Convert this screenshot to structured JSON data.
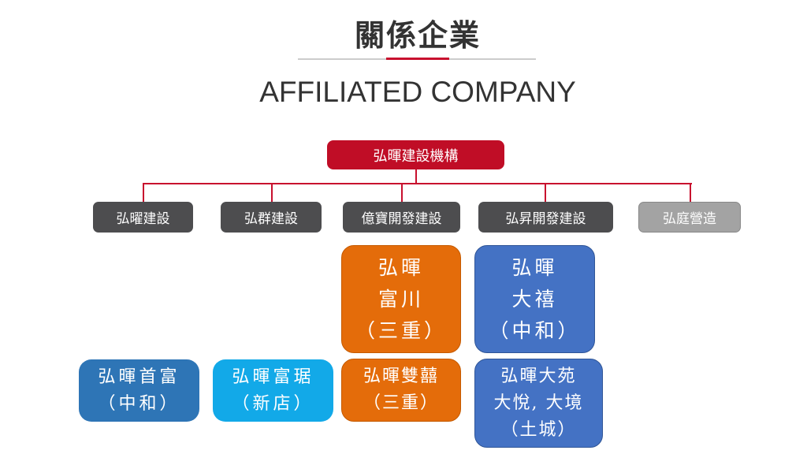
{
  "header": {
    "title": "關係企業",
    "subtitle": "AFFILIATED COMPANY"
  },
  "org": {
    "root": "弘暉建設機構",
    "divisions": [
      "弘曜建設",
      "弘群建設",
      "億寶開發建設",
      "弘昇開發建設",
      "弘庭營造"
    ],
    "projects": {
      "fuchuan": "弘暉\n富川\n（三重）",
      "daxi": "弘暉\n大禧\n（中和）",
      "shoufu": "弘暉首富\n（中和）",
      "fuju": "弘暉富琚\n（新店）",
      "shuangxi": "弘暉雙囍\n（三重）",
      "dayuan": "弘暉大苑\n大悅, 大境\n（土城）"
    }
  },
  "colors": {
    "red": "#c00d26",
    "dark_gray": "#4d4d4f",
    "light_gray": "#a3a3a3",
    "orange": "#e46c0a",
    "blue": "#4472c4",
    "dark_blue": "#2e75b6",
    "cyan": "#12a9e8"
  }
}
